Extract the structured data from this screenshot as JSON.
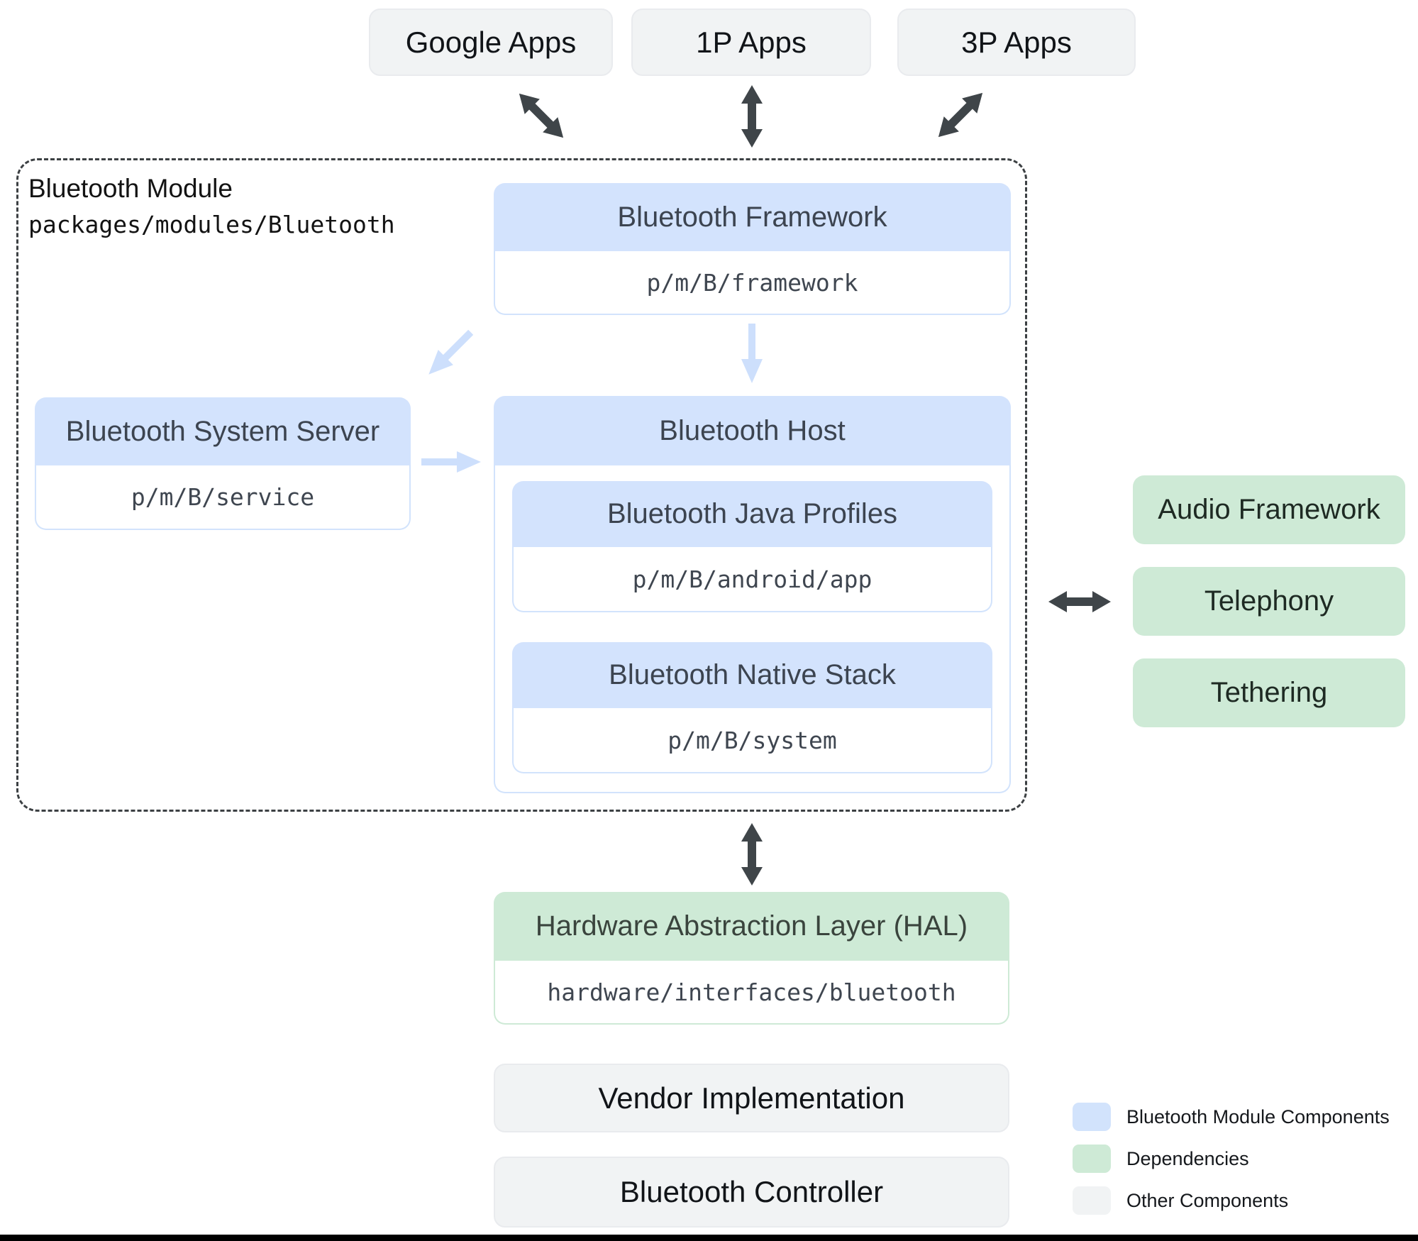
{
  "top_apps": [
    {
      "label": "Google Apps"
    },
    {
      "label": "1P Apps"
    },
    {
      "label": "3P Apps"
    }
  ],
  "module": {
    "title": "Bluetooth Module",
    "path": "packages/modules/Bluetooth",
    "framework": {
      "title": "Bluetooth Framework",
      "path": "p/m/B/framework"
    },
    "system_server": {
      "title": "Bluetooth System Server",
      "path": "p/m/B/service"
    },
    "host": {
      "title": "Bluetooth Host",
      "children": [
        {
          "title": "Bluetooth Java Profiles",
          "path": "p/m/B/android/app"
        },
        {
          "title": "Bluetooth Native Stack",
          "path": "p/m/B/system"
        }
      ]
    }
  },
  "dependencies": [
    {
      "label": "Audio Framework"
    },
    {
      "label": "Telephony"
    },
    {
      "label": "Tethering"
    }
  ],
  "hal": {
    "title": "Hardware Abstraction Layer (HAL)",
    "path": "hardware/interfaces/bluetooth"
  },
  "other_components": [
    {
      "label": "Vendor Implementation"
    },
    {
      "label": "Bluetooth Controller"
    }
  ],
  "legend": [
    {
      "label": "Bluetooth Module Components",
      "color": "#d2e3fc"
    },
    {
      "label": "Dependencies",
      "color": "#ceead6"
    },
    {
      "label": "Other Components",
      "color": "#f1f3f4"
    }
  ],
  "colors": {
    "module_component_fill": "#d3e3fd",
    "dependency_fill": "#ceead6",
    "other_fill": "#f1f3f4",
    "dark_arrow": "#3f4549",
    "light_arrow": "#cddffc",
    "dashed_border": "#3c4043"
  }
}
